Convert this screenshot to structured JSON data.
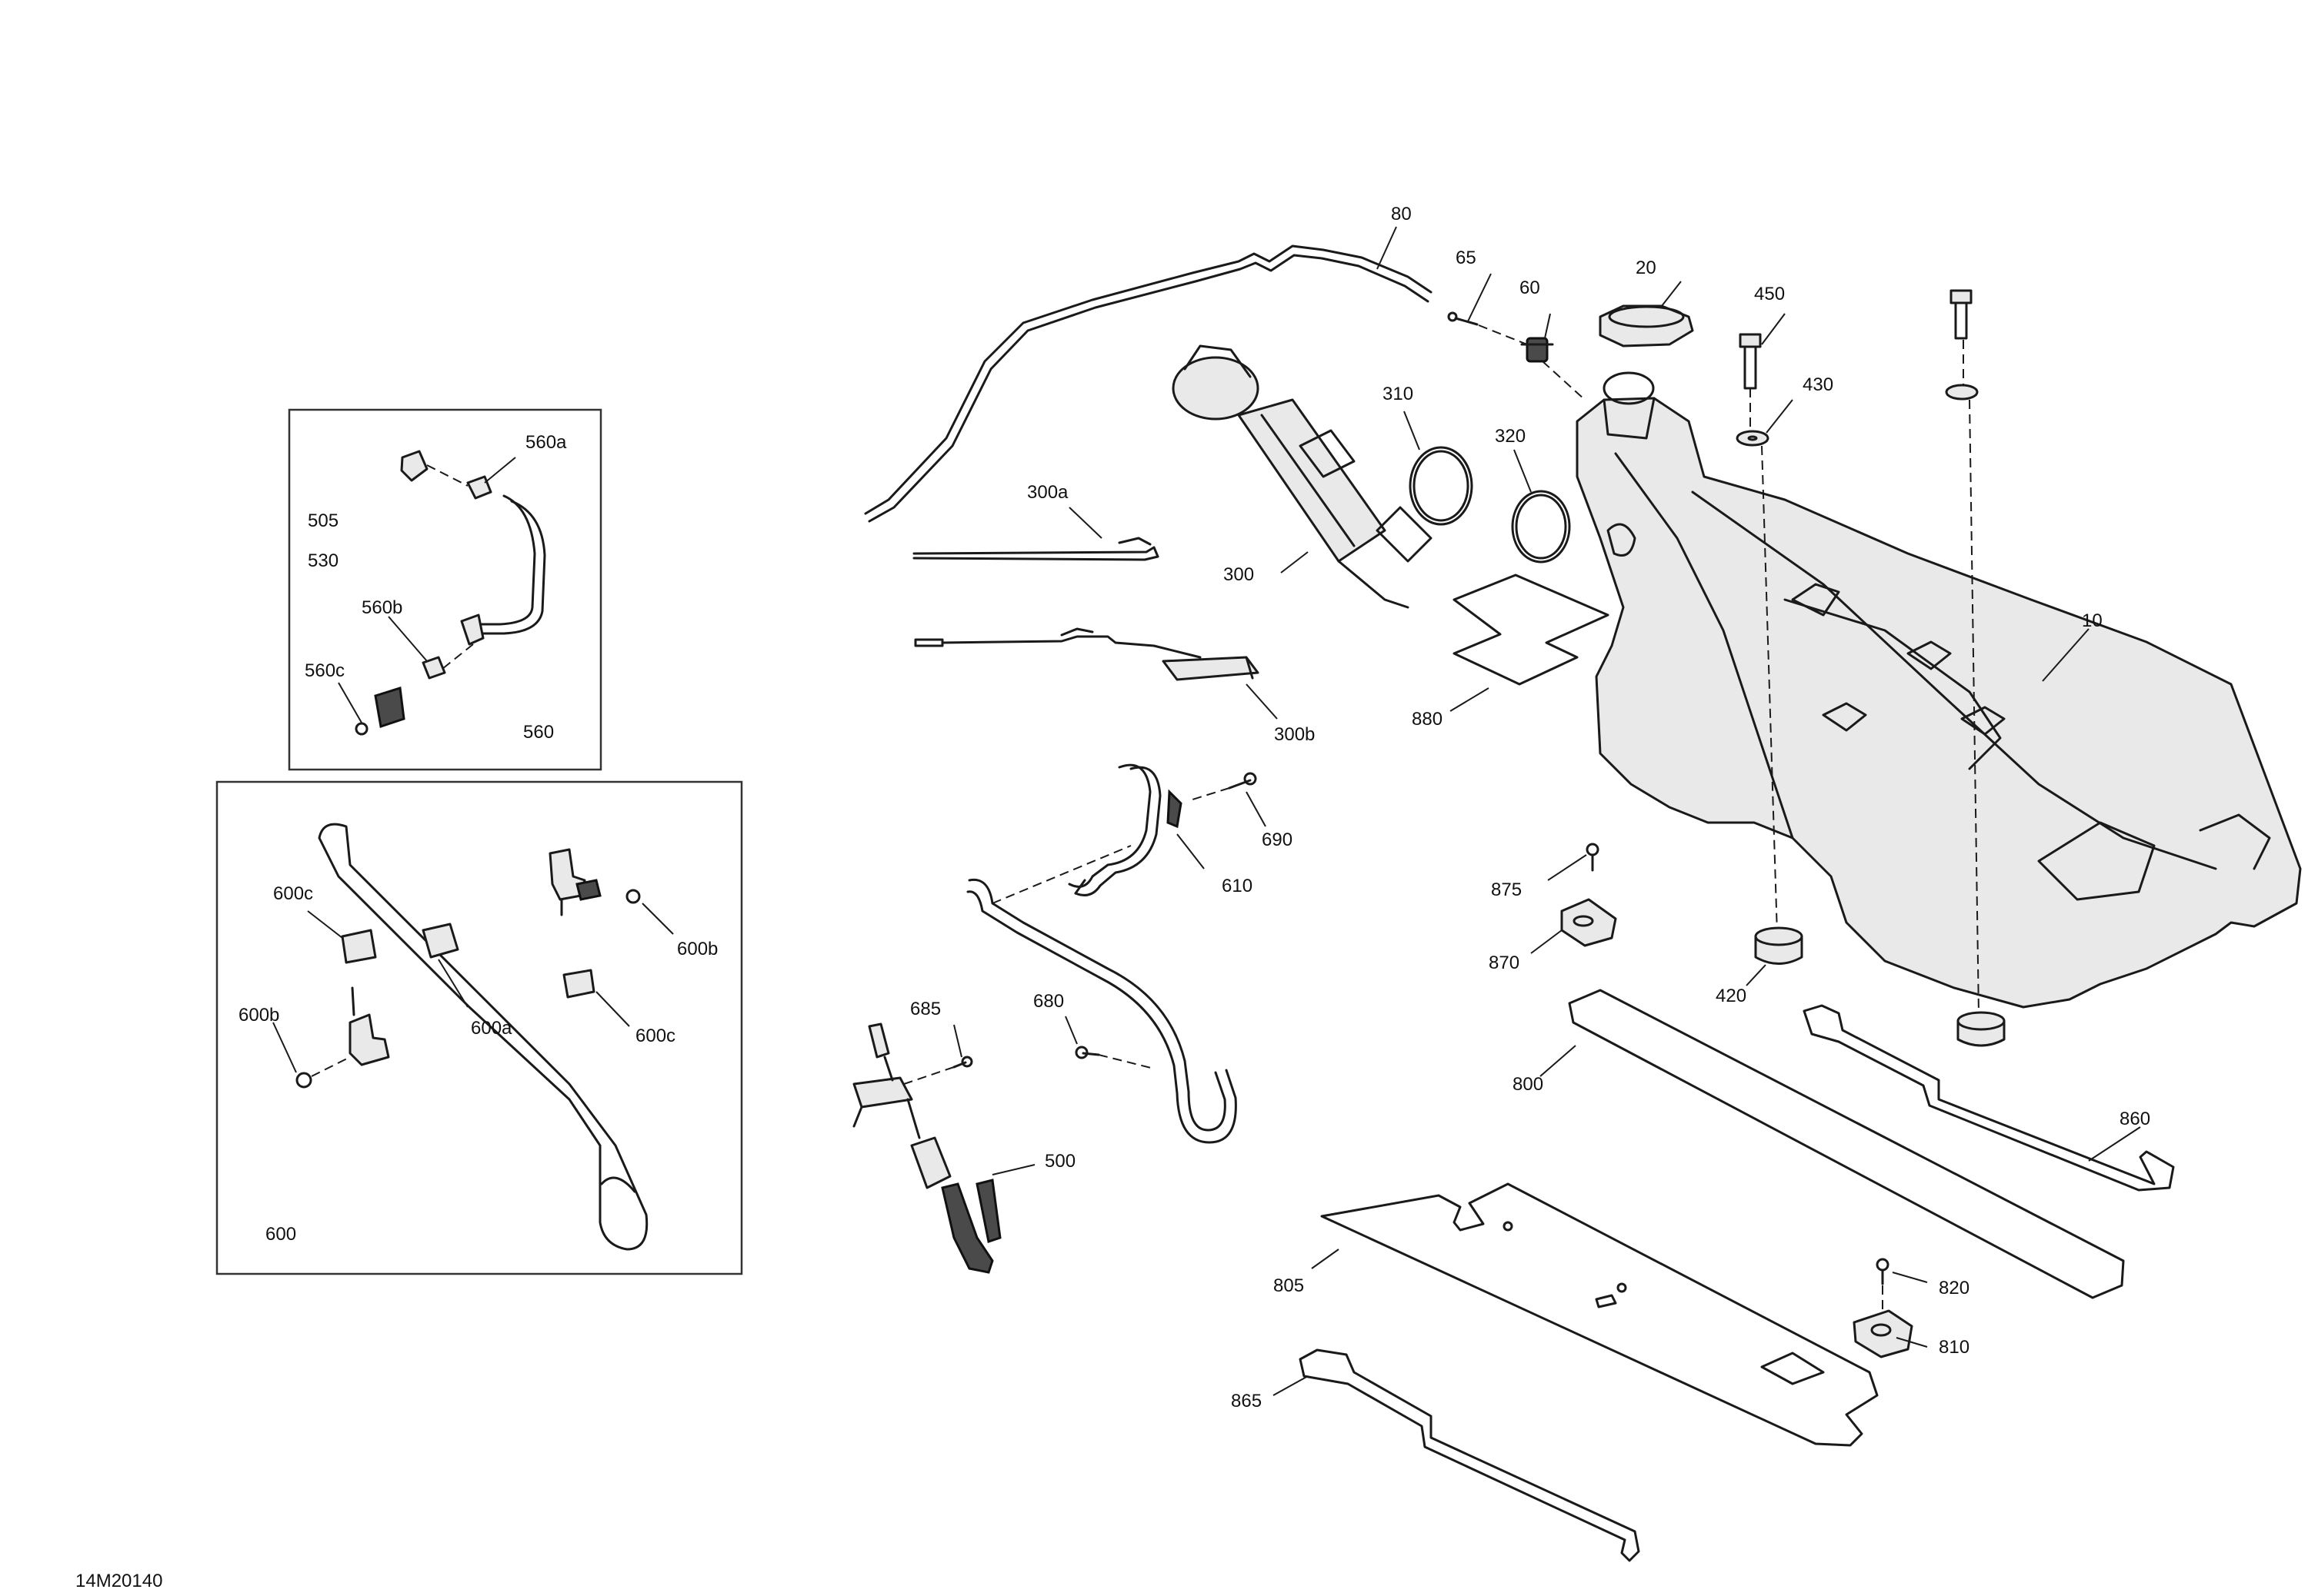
{
  "diagram_code": "14M20140",
  "callouts": {
    "c80": "80",
    "c65": "65",
    "c60": "60",
    "c20": "20",
    "c450": "450",
    "c430": "430",
    "c310": "310",
    "c320": "320",
    "c300a": "300a",
    "c300": "300",
    "c300b": "300b",
    "c880": "880",
    "c10": "10",
    "c690": "690",
    "c610": "610",
    "c875": "875",
    "c870": "870",
    "c420": "420",
    "c685": "685",
    "c680": "680",
    "c500": "500",
    "c800": "800",
    "c860": "860",
    "c805": "805",
    "c820": "820",
    "c810": "810",
    "c865": "865",
    "c505": "505",
    "c530": "530",
    "c560a": "560a",
    "c560b": "560b",
    "c560c": "560c",
    "c560": "560",
    "c600c_1": "600c",
    "c600b_1": "600b",
    "c600a": "600a",
    "c600c_2": "600c",
    "c600b_2": "600b",
    "c600": "600"
  }
}
